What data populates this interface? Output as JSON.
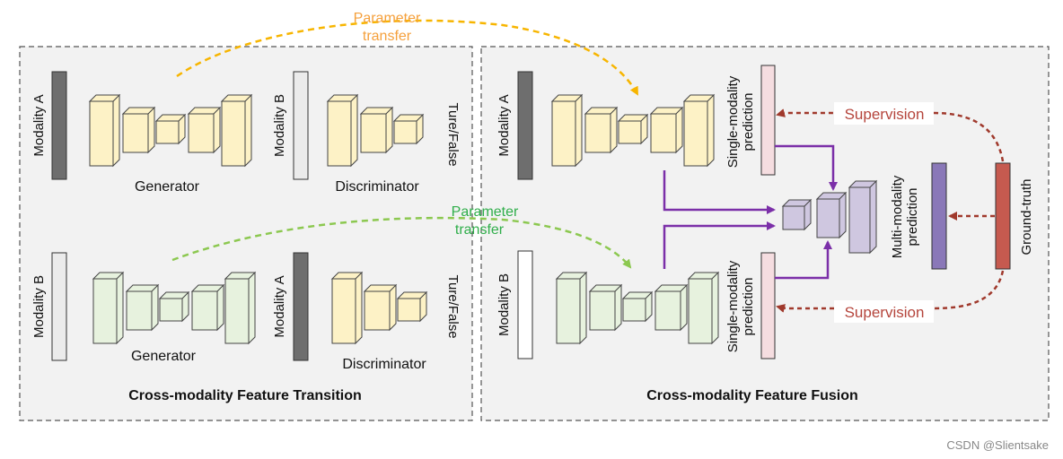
{
  "colors": {
    "panel_bg": "#f2f2f2",
    "panel_border": "#555555",
    "yellow_block": "#fdf2c6",
    "green_block": "#e7f2de",
    "purple_block": "#cfc7e0",
    "dark_bar": "#6e6e6e",
    "light_bar": "#ebebeb",
    "white_bar": "#ffffff",
    "pink_bar": "#f5dde0",
    "purple_bar": "#8a78b8",
    "red_bar": "#c65a4f",
    "orange_text": "#f5a03c",
    "green_text": "#2fae4a",
    "red_text": "#b5453c",
    "purple_arrow": "#7b2fa8",
    "brown_arrow": "#a0392c",
    "yellow_arrow": "#f7b500",
    "green_arrow": "#8cc850"
  },
  "left_panel": {
    "title": "Cross-modality Feature Transition",
    "top_row": {
      "input_label": "Modality A",
      "generator_label": "Generator",
      "disc_input_label": "Modality B",
      "discriminator_label": "Discriminator",
      "output_label": "Ture/False"
    },
    "bottom_row": {
      "input_label": "Modality B",
      "generator_label": "Generator",
      "disc_input_label": "Modality A",
      "discriminator_label": "Discriminator",
      "output_label": "Ture/False"
    }
  },
  "right_panel": {
    "title": "Cross-modality Feature Fusion",
    "top_input_label": "Modality A",
    "bottom_input_label": "Modality B",
    "single_pred_line1": "Single-modality",
    "single_pred_line2": "prediction",
    "multi_pred_line1": "Multi-modality",
    "multi_pred_line2": "prediction",
    "ground_truth_label": "Ground-truth",
    "supervision_top": "Supervision",
    "supervision_bottom": "Supervision"
  },
  "transfer_top": {
    "line1": "Parameter",
    "line2": "transfer"
  },
  "transfer_bottom": {
    "line1": "Parameter",
    "line2": "transfer"
  },
  "watermark": "CSDN @Slientsake"
}
